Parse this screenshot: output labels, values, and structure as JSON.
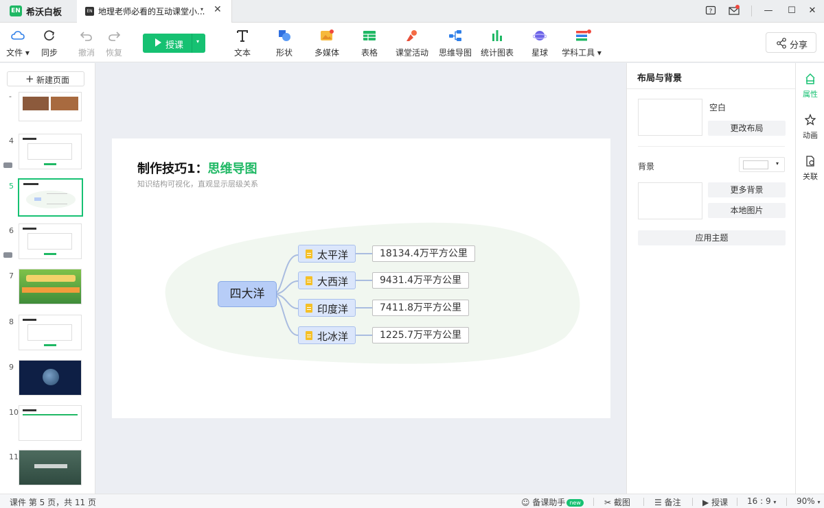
{
  "app": {
    "logo": "EN",
    "name": "希沃白板"
  },
  "tab": {
    "doc_icon": "EN",
    "title": "地理老师必看的互动课堂小...",
    "caret": "▾",
    "close": "✕"
  },
  "window": {
    "help": "?",
    "minimize": "—",
    "maximize": "☐",
    "close": "✕"
  },
  "toolbar": {
    "file": "文件",
    "sync": "同步",
    "undo": "撤消",
    "redo": "恢复",
    "teach": "授课",
    "text": "文本",
    "shape": "形状",
    "media": "多媒体",
    "table": "表格",
    "activity": "课堂活动",
    "mindmap": "思维导图",
    "chart": "统计图表",
    "planet": "星球",
    "subject_tools": "学科工具",
    "share": "分享"
  },
  "left_panel": {
    "new_page": "新建页面",
    "slides": [
      {
        "num": "",
        "style": "photo"
      },
      {
        "num": "4",
        "style": "doc"
      },
      {
        "num": "5",
        "style": "mindmap"
      },
      {
        "num": "6",
        "style": "doc"
      },
      {
        "num": "7",
        "style": "forest"
      },
      {
        "num": "8",
        "style": "doc"
      },
      {
        "num": "9",
        "style": "earth"
      },
      {
        "num": "10",
        "style": "doc"
      },
      {
        "num": "11",
        "style": "class"
      }
    ],
    "active_slide": "5"
  },
  "slide": {
    "title_prefix": "制作技巧1：",
    "title_highlight": "思维导图",
    "subtitle": "知识结构可视化，直观显示层级关系",
    "mindmap": {
      "root": "四大洋",
      "children": [
        {
          "name": "太平洋",
          "value": "18134.4万平方公里"
        },
        {
          "name": "大西洋",
          "value": "9431.4万平方公里"
        },
        {
          "name": "印度洋",
          "value": "7411.8万平方公里"
        },
        {
          "name": "北冰洋",
          "value": "1225.7万平方公里"
        }
      ]
    }
  },
  "right_panel": {
    "title": "布局与背景",
    "layout_name": "空白",
    "change_layout": "更改布局",
    "background_label": "背景",
    "more_backgrounds": "更多背景",
    "local_image": "本地图片",
    "apply_theme": "应用主题"
  },
  "side_tabs": {
    "properties": "属性",
    "animation": "动画",
    "link": "关联"
  },
  "status": {
    "page_info": "课件 第 5 页，共 11 页",
    "assistant": "备课助手",
    "new_badge": "new",
    "screenshot": "截图",
    "notes": "备注",
    "teach": "授课",
    "ratio": "16 : 9",
    "zoom": "90%"
  },
  "colors": {
    "accent": "#16c172",
    "title_highlight": "#1fb864",
    "root_node": "#b7cdf7",
    "child_node": "#dbe6fb"
  }
}
